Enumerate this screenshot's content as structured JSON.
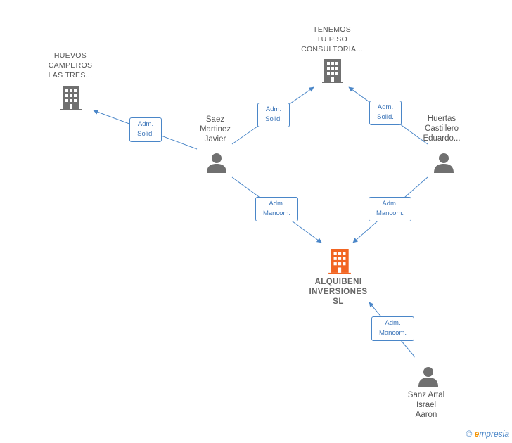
{
  "nodes": {
    "company_huevos": "HUEVOS\nCAMPEROS\nLAS TRES...",
    "company_tenemos": "TENEMOS\nTU PISO\nCONSULTORIA...",
    "company_main": "ALQUIBENI\nINVERSIONES\nSL",
    "person_saez": "Saez\nMartinez\nJavier",
    "person_huertas": "Huertas\nCastillero\nEduardo...",
    "person_sanz": "Sanz Artal\nIsrael\nAaron"
  },
  "relations": {
    "saez_huevos": "Adm.\nSolid.",
    "saez_tenemos": "Adm.\nSolid.",
    "huertas_tenemos": "Adm.\nSolid.",
    "saez_main": "Adm.\nMancom.",
    "huertas_main": "Adm.\nMancom.",
    "sanz_main": "Adm.\nMancom."
  },
  "footer": {
    "copyright_symbol": "©",
    "brand_initial": "e",
    "brand_rest": "mpresia"
  },
  "colors": {
    "edge": "#4a86c8",
    "company_icon": "#707070",
    "main_company_icon": "#f26522",
    "person_icon": "#707070"
  }
}
